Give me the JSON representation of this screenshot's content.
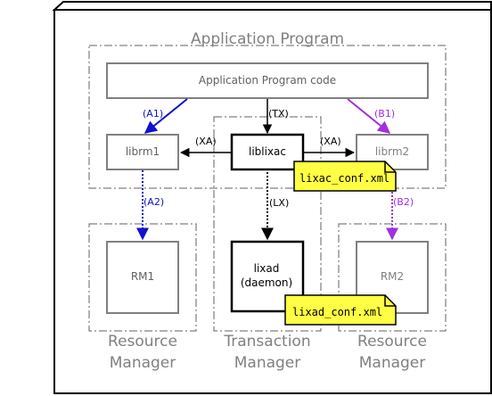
{
  "labels": {
    "application_program": "Application Program",
    "application_program_code": "Application Program code",
    "librm1": "librm1",
    "liblixac": "liblixac",
    "librm2": "librm2",
    "rm1": "RM1",
    "lixad_line1": "lixad",
    "lixad_line2": "(daemon)",
    "rm2": "RM2",
    "lixac_conf": "lixac_conf.xml",
    "lixad_conf": "lixad_conf.xml",
    "resource_manager_left_1": "Resource",
    "resource_manager_left_2": "Manager",
    "transaction_manager_1": "Transaction",
    "transaction_manager_2": "Manager",
    "resource_manager_right_1": "Resource",
    "resource_manager_right_2": "Manager"
  },
  "arrows": {
    "a1": "(A1)",
    "a2": "(A2)",
    "b1": "(B1)",
    "b2": "(B2)",
    "tx": "(TX)",
    "xa_left": "(XA)",
    "xa_right": "(XA)",
    "lx": "(LX)"
  },
  "colors": {
    "blue": "#1010d0",
    "purple": "#a030e0",
    "note": "#ffff44",
    "gray": "#808080",
    "black": "#000000"
  }
}
